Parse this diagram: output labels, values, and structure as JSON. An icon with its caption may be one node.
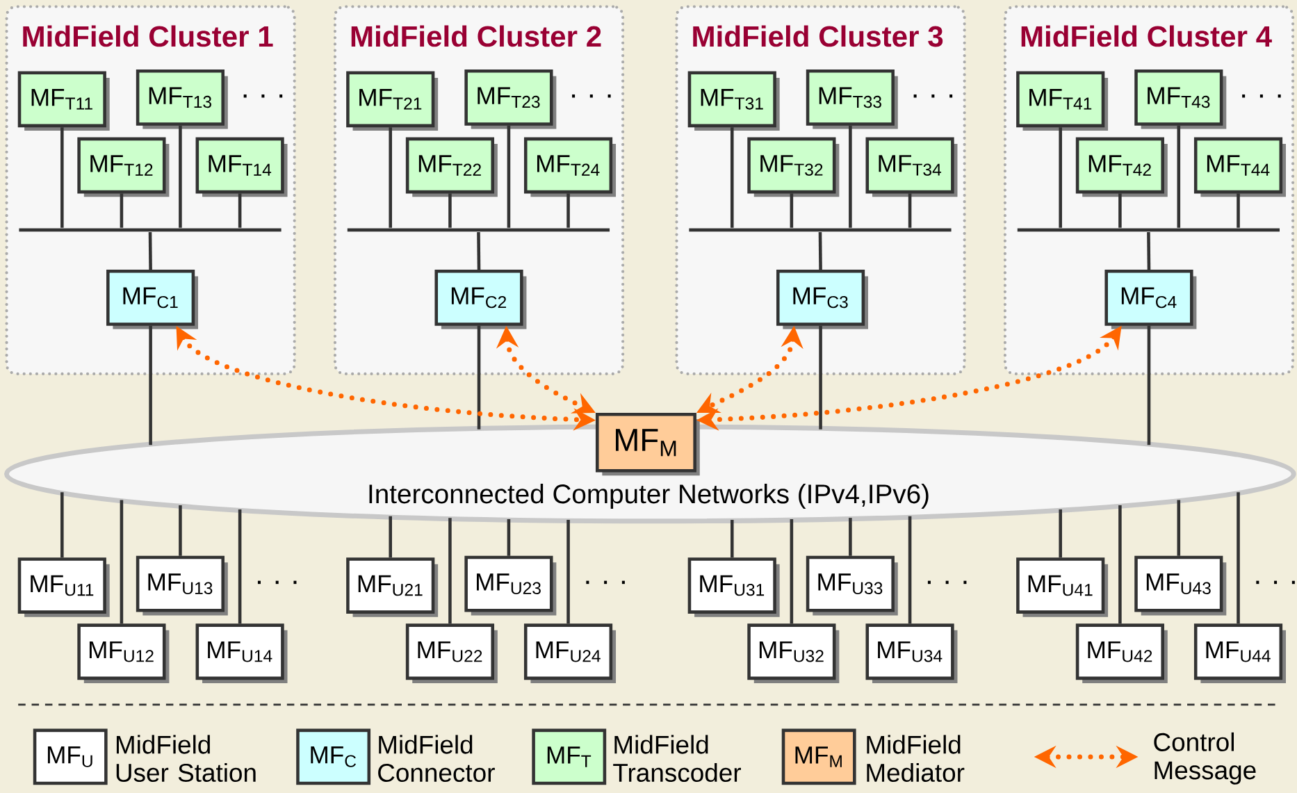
{
  "diagram": {
    "nodes": [
      {
        "text": [
          "MidField Cluster 1"
        ]
      },
      {
        "text": [
          "MF$_{T11}$"
        ],
        "in": 0
      },
      {
        "text": [
          "MF$_{T13}$"
        ],
        "in": 0
      },
      {
        "text": [
          "MF$_{T12}$"
        ],
        "in": 0
      },
      {
        "text": [
          "MF$_{T14}$"
        ],
        "in": 0
      },
      {
        "text": [],
        "shape": "bar",
        "in": 0
      },
      {
        "text": [
          "MF$_{C1}$"
        ],
        "in": 0
      },
      {
        "text": [
          "MidField Cluster 2"
        ]
      },
      {
        "text": [
          "MF$_{T21}$"
        ],
        "in": 7
      },
      {
        "text": [
          "MF$_{T23}$"
        ],
        "in": 7
      },
      {
        "text": [
          "MF$_{T22}$"
        ],
        "in": 7
      },
      {
        "text": [
          "MF$_{T24}$"
        ],
        "in": 7
      },
      {
        "text": [],
        "shape": "bar",
        "in": 7
      },
      {
        "text": [
          "MF$_{C2}$"
        ],
        "in": 7
      },
      {
        "text": [
          "MidField Cluster 3"
        ]
      },
      {
        "text": [
          "MF$_{T31}$"
        ],
        "in": 14
      },
      {
        "text": [
          "MF$_{T33}$"
        ],
        "in": 14
      },
      {
        "text": [
          "MF$_{T32}$"
        ],
        "in": 14
      },
      {
        "text": [
          "MF$_{T34}$"
        ],
        "in": 14
      },
      {
        "text": [],
        "shape": "bar",
        "in": 14
      },
      {
        "text": [
          "MF$_{C3}$"
        ],
        "in": 14
      },
      {
        "text": [
          "MidField Cluster 4"
        ]
      },
      {
        "text": [
          "MF$_{T41}$"
        ],
        "in": 21
      },
      {
        "text": [
          "MF$_{T43}$"
        ],
        "in": 21
      },
      {
        "text": [
          "MF$_{T42}$"
        ],
        "in": 21
      },
      {
        "text": [
          "MF$_{T44}$"
        ],
        "in": 21
      },
      {
        "text": [],
        "shape": "bar",
        "in": 21
      },
      {
        "text": [
          "MF$_{C4}$"
        ],
        "in": 21
      },
      {
        "text": [
          "MF$_{M}$"
        ]
      },
      {
        "text": [
          "Interconnected Computer Networks (IPv4,IPv6)"
        ]
      },
      {
        "text": [
          "MF$_{U11}$"
        ]
      },
      {
        "text": [
          "MF$_{U13}$"
        ]
      },
      {
        "text": [
          "MF$_{U12}$"
        ]
      },
      {
        "text": [
          "MF$_{U14}$"
        ]
      },
      {
        "text": [
          "MF$_{U21}$"
        ]
      },
      {
        "text": [
          "MF$_{U23}$"
        ]
      },
      {
        "text": [
          "MF$_{U22}$"
        ]
      },
      {
        "text": [
          "MF$_{U24}$"
        ]
      },
      {
        "text": [
          "MF$_{U31}$"
        ]
      },
      {
        "text": [
          "MF$_{U33}$"
        ]
      },
      {
        "text": [
          "MF$_{U32}$"
        ]
      },
      {
        "text": [
          "MF$_{U34}$"
        ]
      },
      {
        "text": [
          "MF$_{U41}$"
        ]
      },
      {
        "text": [
          "MF$_{U43}$"
        ]
      },
      {
        "text": [
          "MF$_{U42}$"
        ]
      },
      {
        "text": [
          "MF$_{U44}$"
        ]
      }
    ],
    "edges": [
      {
        "from": 1,
        "to": 5,
        "arrow": "none"
      },
      {
        "from": 2,
        "to": 5,
        "arrow": "none"
      },
      {
        "from": 3,
        "to": 5,
        "arrow": "none"
      },
      {
        "from": 4,
        "to": 5,
        "arrow": "none"
      },
      {
        "from": 5,
        "to": 6,
        "arrow": "none"
      },
      {
        "from": 6,
        "to": 29,
        "arrow": "none"
      },
      {
        "from": 8,
        "to": 12,
        "arrow": "none"
      },
      {
        "from": 9,
        "to": 12,
        "arrow": "none"
      },
      {
        "from": 10,
        "to": 12,
        "arrow": "none"
      },
      {
        "from": 11,
        "to": 12,
        "arrow": "none"
      },
      {
        "from": 12,
        "to": 13,
        "arrow": "none"
      },
      {
        "from": 13,
        "to": 29,
        "arrow": "none"
      },
      {
        "from": 15,
        "to": 19,
        "arrow": "none"
      },
      {
        "from": 16,
        "to": 19,
        "arrow": "none"
      },
      {
        "from": 17,
        "to": 19,
        "arrow": "none"
      },
      {
        "from": 18,
        "to": 19,
        "arrow": "none"
      },
      {
        "from": 19,
        "to": 20,
        "arrow": "none"
      },
      {
        "from": 20,
        "to": 29,
        "arrow": "none"
      },
      {
        "from": 22,
        "to": 26,
        "arrow": "none"
      },
      {
        "from": 23,
        "to": 26,
        "arrow": "none"
      },
      {
        "from": 24,
        "to": 26,
        "arrow": "none"
      },
      {
        "from": 25,
        "to": 26,
        "arrow": "none"
      },
      {
        "from": 26,
        "to": 27,
        "arrow": "none"
      },
      {
        "from": 27,
        "to": 29,
        "arrow": "none"
      },
      {
        "from": 30,
        "to": 29,
        "arrow": "none"
      },
      {
        "from": 31,
        "to": 29,
        "arrow": "none"
      },
      {
        "from": 32,
        "to": 29,
        "arrow": "none"
      },
      {
        "from": 33,
        "to": 29,
        "arrow": "none"
      },
      {
        "from": 34,
        "to": 29,
        "arrow": "none"
      },
      {
        "from": 35,
        "to": 29,
        "arrow": "none"
      },
      {
        "from": 36,
        "to": 29,
        "arrow": "none"
      },
      {
        "from": 37,
        "to": 29,
        "arrow": "none"
      },
      {
        "from": 38,
        "to": 29,
        "arrow": "none"
      },
      {
        "from": 39,
        "to": 29,
        "arrow": "none"
      },
      {
        "from": 40,
        "to": 29,
        "arrow": "none"
      },
      {
        "from": 41,
        "to": 29,
        "arrow": "none"
      },
      {
        "from": 42,
        "to": 29,
        "arrow": "none"
      },
      {
        "from": 43,
        "to": 29,
        "arrow": "none"
      },
      {
        "from": 44,
        "to": 29,
        "arrow": "none"
      },
      {
        "from": 45,
        "to": 29,
        "arrow": "none"
      },
      {
        "from": 6,
        "to": 28,
        "arrow": "both",
        "style": "dashed",
        "color": "#ff6600"
      },
      {
        "from": 13,
        "to": 28,
        "arrow": "both",
        "style": "dashed",
        "color": "#ff6600"
      },
      {
        "from": 20,
        "to": 28,
        "arrow": "both",
        "style": "dashed",
        "color": "#ff6600"
      },
      {
        "from": 27,
        "to": 28,
        "arrow": "both",
        "style": "dashed",
        "color": "#ff6600"
      }
    ],
    "labels": [
      "· · ·",
      "· · ·",
      "· · ·",
      "· · ·",
      "· · ·",
      "· · ·",
      "· · ·",
      "· · ·",
      "MF$_{U}$",
      "MF$_{C}$",
      "MF$_{T}$",
      "MF$_{M}$"
    ],
    "legend": [
      {
        "text": "MidField User Station",
        "color": "#ffffff"
      },
      {
        "text": "MidField Connector",
        "color": "#ccffff"
      },
      {
        "text": "MidField Transcoder",
        "color": "#ccffcc"
      },
      {
        "text": "MidField Mediator",
        "color": "#ffcc99"
      },
      {
        "text": "Control Message"
      }
    ]
  }
}
